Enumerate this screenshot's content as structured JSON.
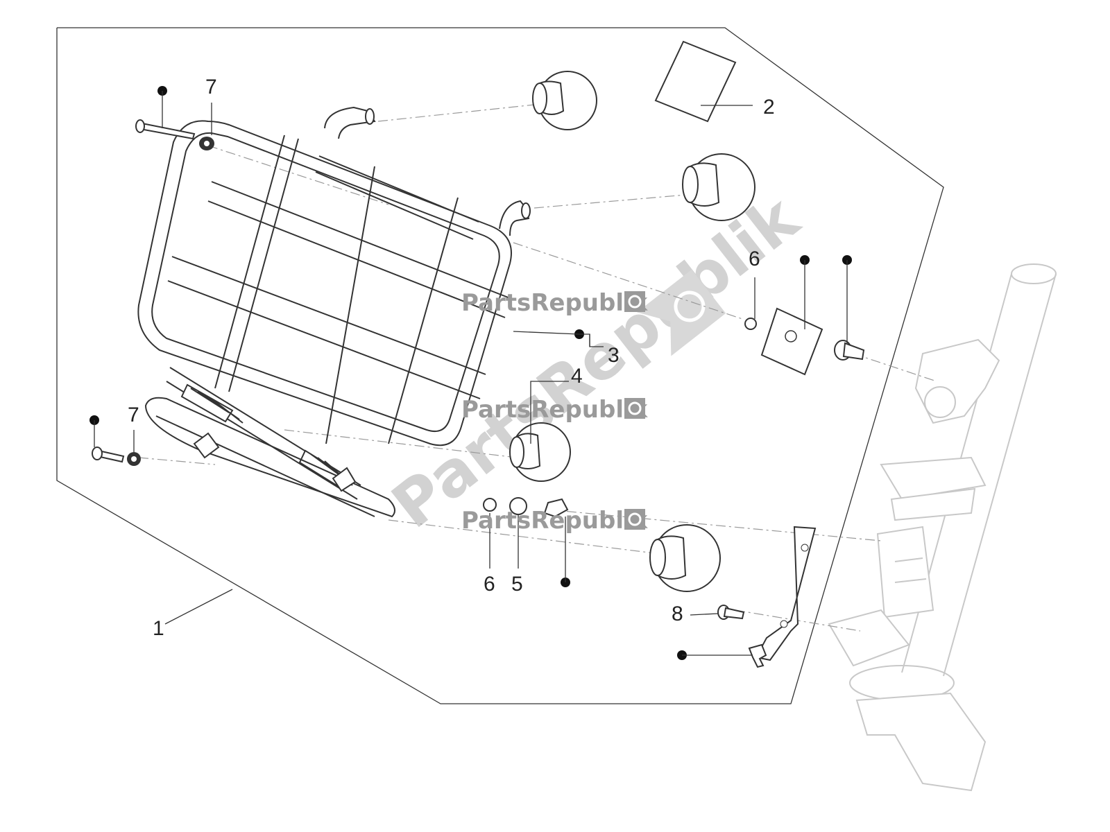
{
  "callouts": [
    {
      "id": "c1",
      "label": "1"
    },
    {
      "id": "c2",
      "label": "2"
    },
    {
      "id": "c3",
      "label": "3"
    },
    {
      "id": "c4",
      "label": "4"
    },
    {
      "id": "c5",
      "label": "5"
    },
    {
      "id": "c6a",
      "label": "6"
    },
    {
      "id": "c6b",
      "label": "6"
    },
    {
      "id": "c7a",
      "label": "7"
    },
    {
      "id": "c7b",
      "label": "7"
    },
    {
      "id": "c8",
      "label": "8"
    }
  ],
  "watermark": {
    "text": "PartsRepublik"
  },
  "colors": {
    "line": "#333333",
    "ghost": "#c8c8c8",
    "watermark": "#9a9a9a"
  }
}
